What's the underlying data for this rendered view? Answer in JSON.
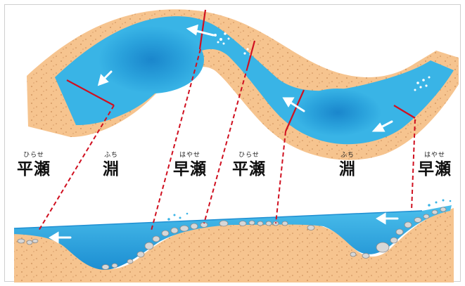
{
  "labels": [
    {
      "ruby": "ひらせ",
      "main": "平瀬"
    },
    {
      "ruby": "ふち",
      "main": "淵"
    },
    {
      "ruby": "はやせ",
      "main": "早瀬"
    },
    {
      "ruby": "ひらせ",
      "main": "平瀬"
    },
    {
      "ruby": "ふち",
      "main": "淵"
    },
    {
      "ruby": "はやせ",
      "main": "早瀬"
    }
  ],
  "colors": {
    "sand": "#f6c48f",
    "sand_dot": "#c88a55",
    "water": "#39b4e6",
    "water_deep": "#1f8fd2",
    "section_line": "#d01020",
    "guide_line": "#d01020",
    "arrow": "#ffffff",
    "rock": "#d7d7d7"
  },
  "icons": [
    "flow-arrow-icon",
    "rock-icon",
    "foam-icon"
  ]
}
